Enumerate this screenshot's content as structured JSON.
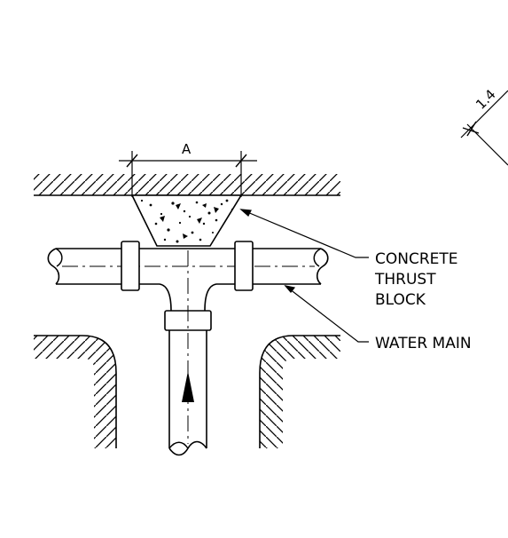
{
  "labels": {
    "dimension_a": "A",
    "dimension_side": "1.4",
    "concrete_line1": "CONCRETE",
    "concrete_line2": "THRUST",
    "concrete_line3": "BLOCK",
    "water_main": "WATER  MAIN"
  },
  "colors": {
    "line": "#000000",
    "background": "#ffffff"
  },
  "icons": {
    "flow_direction": "arrow-up-icon"
  }
}
